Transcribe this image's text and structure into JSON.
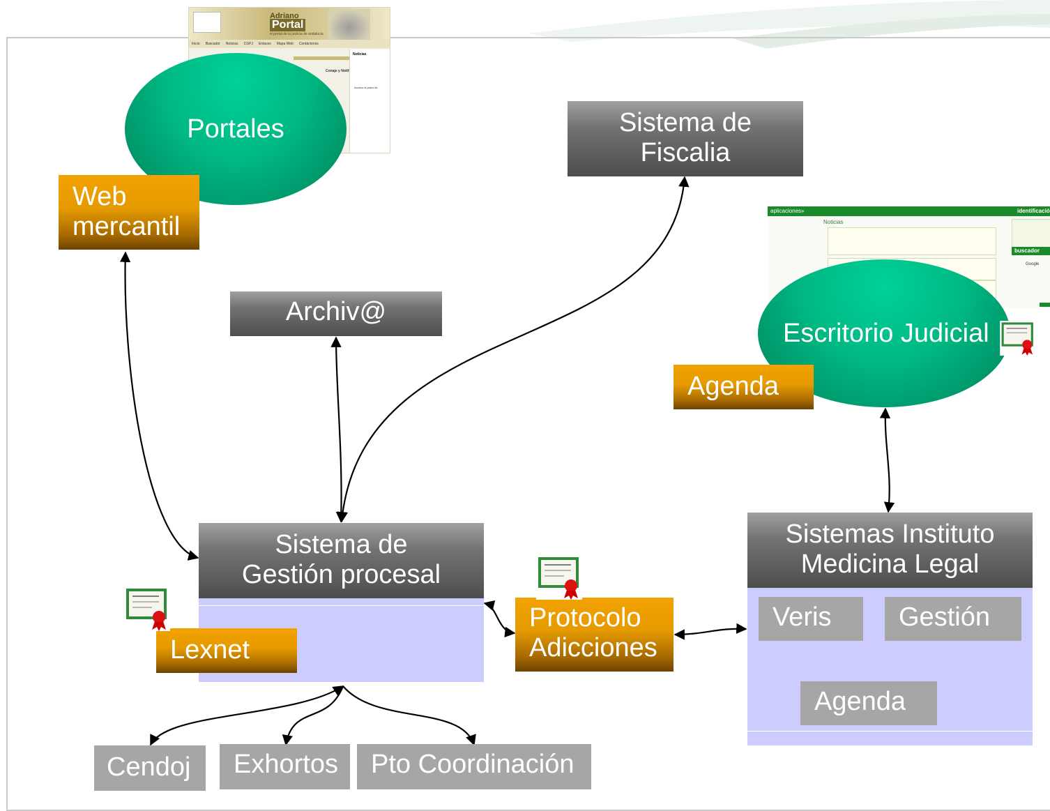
{
  "nodes": {
    "portales": "Portales",
    "web_mercantil": "Web mercantil",
    "sistema_fiscalia": "Sistema de Fiscalia",
    "archiva": "Archiv@",
    "escritorio_judicial": "Escritorio Judicial",
    "agenda_escritorio": "Agenda",
    "sistema_gestion_procesal": "Sistema de Gestión procesal",
    "lexnet": "Lexnet",
    "protocolo_adicciones": "Protocolo Adicciones",
    "sistemas_iml": "Sistemas Instituto Medicina Legal",
    "veris": "Veris",
    "gestion": "Gestión",
    "agenda_iml": "Agenda",
    "cendoj": "Cendoj",
    "exhortos": "Exhortos",
    "pto_coordinacion": "Pto Coordinación"
  },
  "screenshot_portal": {
    "brand_top": "Adriano",
    "brand_main": "Portal",
    "tagline": "el portal de la justicia de andalucía",
    "menu": [
      "Inicio",
      "Buscador",
      "Noticias",
      "CGPJ",
      "Enlaces",
      "Mapa Web",
      "Contáctenos"
    ],
    "panel_title": "Noticias",
    "panel_link": "Acceso al plazo de",
    "side_link": "Conaje y Notifica"
  },
  "screenshot_escritorio": {
    "menu": "aplicaciones»",
    "section": "Noticias",
    "right_title": "identificación",
    "right_search": "buscador",
    "right_button": "Google"
  },
  "colors": {
    "ellipse_green": "#00b882",
    "orange": "#e49a00",
    "lavender": "#ccccff",
    "gray": "#a6a6a6"
  },
  "icons": [
    "certificate-icon"
  ]
}
